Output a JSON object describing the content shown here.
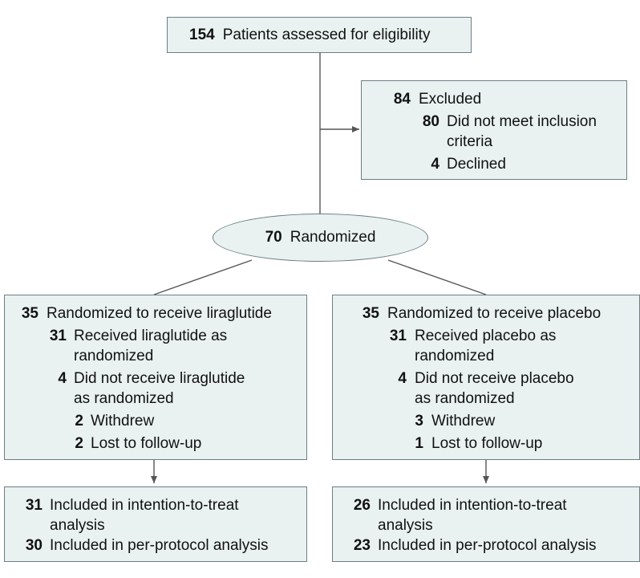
{
  "assessed": {
    "count": "154",
    "label": "Patients assessed for eligibility"
  },
  "excluded": {
    "count": "84",
    "label": "Excluded",
    "reasons": [
      {
        "count": "80",
        "label_line1": "Did not meet inclusion",
        "label_line2": "criteria"
      },
      {
        "count": "4",
        "label": "Declined"
      }
    ]
  },
  "randomized": {
    "count": "70",
    "label": "Randomized"
  },
  "arms": [
    {
      "count": "35",
      "label": "Randomized to receive liraglutide",
      "received": {
        "count": "31",
        "line1": "Received liraglutide as",
        "line2": "randomized"
      },
      "not_received": {
        "count": "4",
        "line1": "Did not receive liraglutide",
        "line2": "as randomized"
      },
      "withdrew": {
        "count": "2",
        "label": "Withdrew"
      },
      "lost": {
        "count": "2",
        "label": "Lost to follow-up"
      },
      "itt": {
        "count": "31",
        "line1": "Included in intention-to-treat",
        "line2": "analysis"
      },
      "pp": {
        "count": "30",
        "label": "Included in per-protocol analysis"
      }
    },
    {
      "count": "35",
      "label": "Randomized to receive placebo",
      "received": {
        "count": "31",
        "line1": "Received placebo as",
        "line2": "randomized"
      },
      "not_received": {
        "count": "4",
        "line1": "Did not receive placebo",
        "line2": "as randomized"
      },
      "withdrew": {
        "count": "3",
        "label": "Withdrew"
      },
      "lost": {
        "count": "1",
        "label": "Lost to follow-up"
      },
      "itt": {
        "count": "26",
        "line1": "Included in intention-to-treat",
        "line2": "analysis"
      },
      "pp": {
        "count": "23",
        "label": "Included in per-protocol analysis"
      }
    }
  ],
  "colors": {
    "box_fill": "#e9f1f1",
    "box_border": "#6e7e82",
    "connector": "#555555",
    "text": "#111111"
  }
}
